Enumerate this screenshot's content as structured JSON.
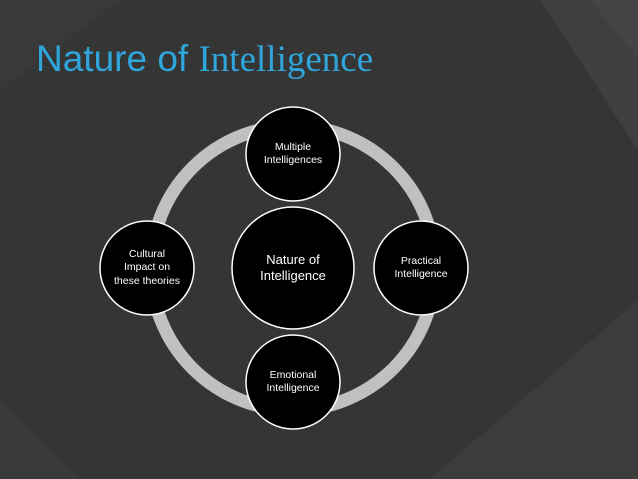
{
  "slide": {
    "title_part1": "Nature of",
    "title_part2": "Intelligence"
  },
  "diagram": {
    "center": "Nature of Intelligence",
    "nodes": [
      "Multiple Intelligences",
      "Practical Intelligence",
      "Emotional Intelligence",
      "Cultural Impact on these theories"
    ]
  },
  "colors": {
    "background": "#353535",
    "title": "#2fa6db",
    "ring": "#bfbfbf",
    "node_fill": "#000000",
    "node_stroke": "#ffffff"
  }
}
